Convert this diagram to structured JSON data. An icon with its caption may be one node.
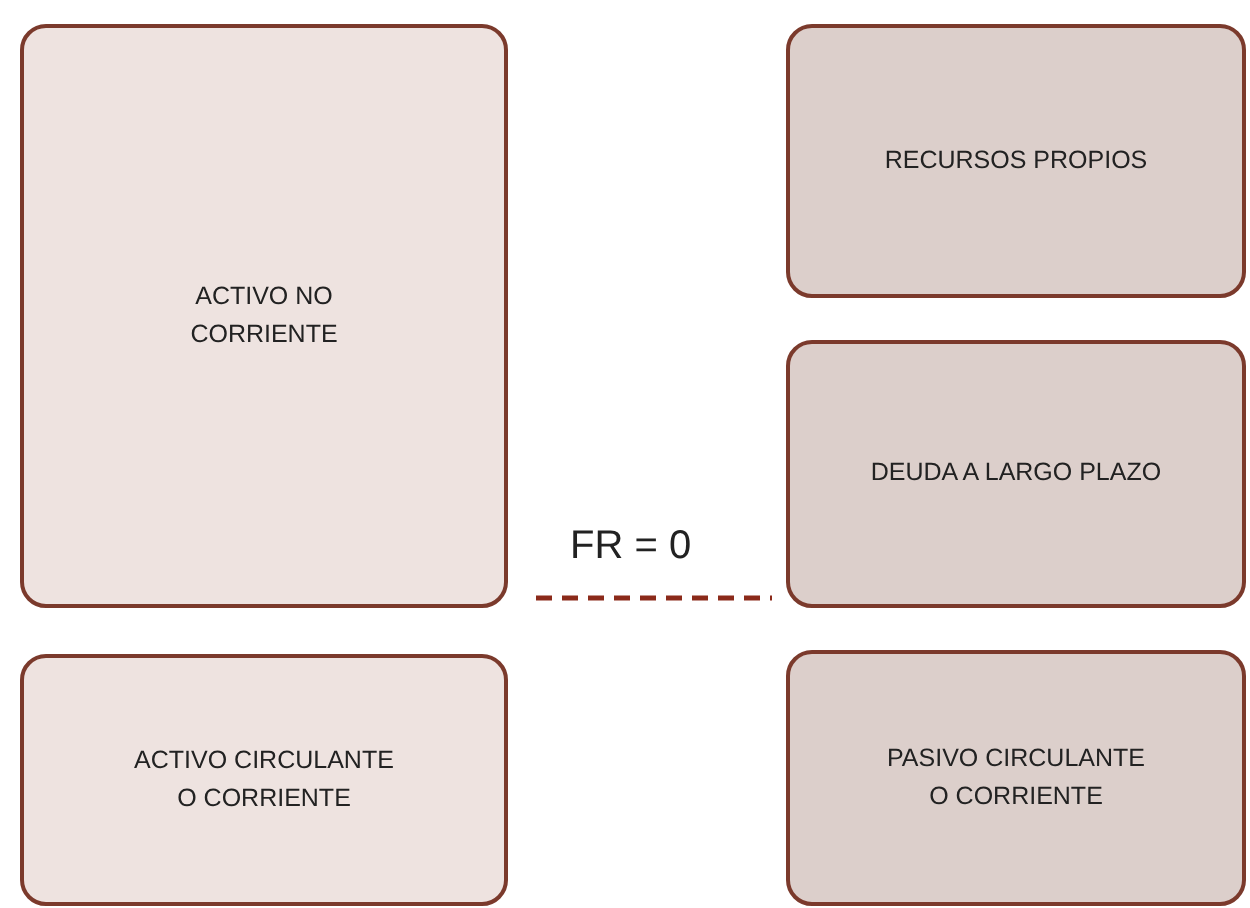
{
  "diagram": {
    "nodes": [
      {
        "text": [
          "ACTIVO NO CORRIENTE"
        ]
      },
      {
        "text": [
          "ACTIVO CIRCULANTE O CORRIENTE"
        ]
      },
      {
        "text": [
          "RECURSOS PROPIOS"
        ]
      },
      {
        "text": [
          "DEUDA A LARGO PLAZO"
        ]
      },
      {
        "text": [
          "PASIVO CIRCULANTE O CORRIENTE"
        ]
      }
    ],
    "labels": [
      "FR = 0"
    ]
  }
}
